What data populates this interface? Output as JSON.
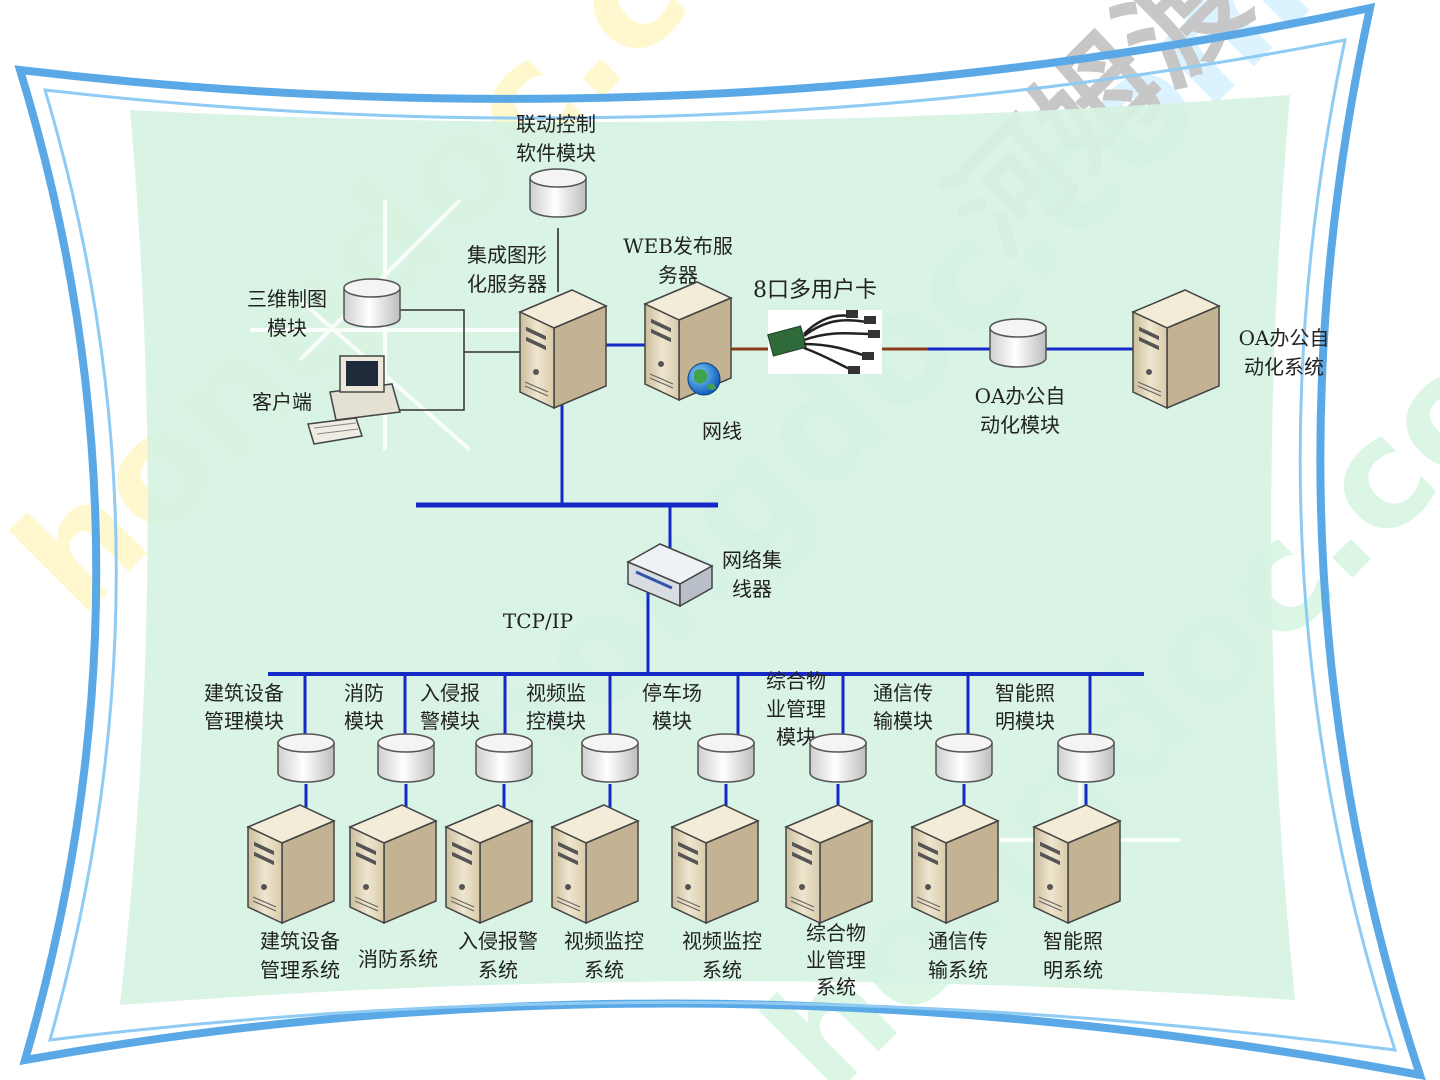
{
  "colors": {
    "panel_fill": "#d6f2e3",
    "frame_blue": "#5aa9e6",
    "bus_blue": "#1528c8",
    "server_body": "#e7dcc2",
    "server_side": "#b9a98a",
    "cable_brown": "#8b3a1a"
  },
  "top_nodes": {
    "linkage_module": [
      "联动控制",
      "软件模块"
    ],
    "graphics_server": [
      "集成图形",
      "化服务器"
    ],
    "web_server": [
      "WEB发布服",
      "务器"
    ],
    "multiuser_card": "8口多用户卡",
    "three_d_module": [
      "三维制图",
      "模块"
    ],
    "client": "客户端",
    "network_cable": "网线",
    "oa_module": [
      "OA办公自",
      "动化模块"
    ],
    "oa_system": [
      "OA办公自",
      "动化系统"
    ],
    "hub": [
      "网络集",
      "线器"
    ],
    "protocol": "TCP/IP"
  },
  "subsystems": [
    {
      "module": [
        "建筑设备",
        "管理模块"
      ],
      "system": [
        "建筑设备",
        "管理系统"
      ]
    },
    {
      "module": [
        "消防",
        "模块"
      ],
      "system": [
        "消防系统"
      ]
    },
    {
      "module": [
        "入侵报",
        "警模块"
      ],
      "system": [
        "入侵报警",
        "系统"
      ]
    },
    {
      "module": [
        "视频监",
        "控模块"
      ],
      "system": [
        "视频监控",
        "系统"
      ]
    },
    {
      "module": [
        "停车场",
        "模块"
      ],
      "system": [
        "视频监控",
        "系统"
      ]
    },
    {
      "module": [
        "综合物",
        "业管理",
        "模块"
      ],
      "system": [
        "综合物",
        "业管理",
        "系统"
      ]
    },
    {
      "module": [
        "通信传",
        "输模块"
      ],
      "system": [
        "通信传",
        "输系统"
      ]
    },
    {
      "module": [
        "智能照",
        "明模块"
      ],
      "system": [
        "智能照",
        "明系统"
      ]
    }
  ],
  "watermark": {
    "brand_text": "hongdoc.com",
    "brand_cn": "河姆渡"
  },
  "icons": [
    "database-icon",
    "server-icon",
    "globe-icon",
    "desktop-computer-icon",
    "network-hub-icon",
    "serial-card-icon"
  ]
}
